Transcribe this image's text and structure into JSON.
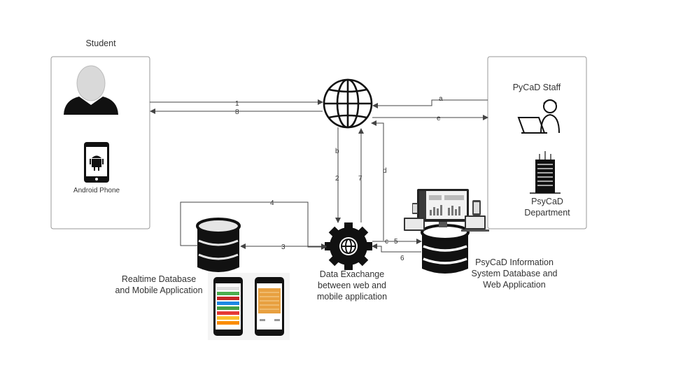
{
  "student": {
    "title": "Student",
    "phone_label": "Android Phone"
  },
  "staff": {
    "title": "PyCaD Staff",
    "dept_label_line1": "PsyCaD",
    "dept_label_line2": "Department"
  },
  "realtime_db": {
    "line1": "Realtime Database",
    "line2": "and Mobile Application"
  },
  "exchange": {
    "line1": "Data Exachange",
    "line2": "between web and",
    "line3": "mobile application"
  },
  "psycad_db": {
    "line1": "PsyCaD Information",
    "line2": "System Database and",
    "line3": "Web Application"
  },
  "arrows": {
    "a1": "1",
    "a8": "8",
    "aa": "a",
    "ae": "e",
    "ab": "b",
    "a2": "2",
    "a7": "7",
    "ad": "d",
    "a4": "4",
    "a3": "3",
    "ac": "c",
    "a5": "5",
    "a6": "6"
  },
  "colors": {
    "line": "#444444",
    "box": "#888888",
    "icon": "#111111",
    "accent": "#e8a040"
  }
}
